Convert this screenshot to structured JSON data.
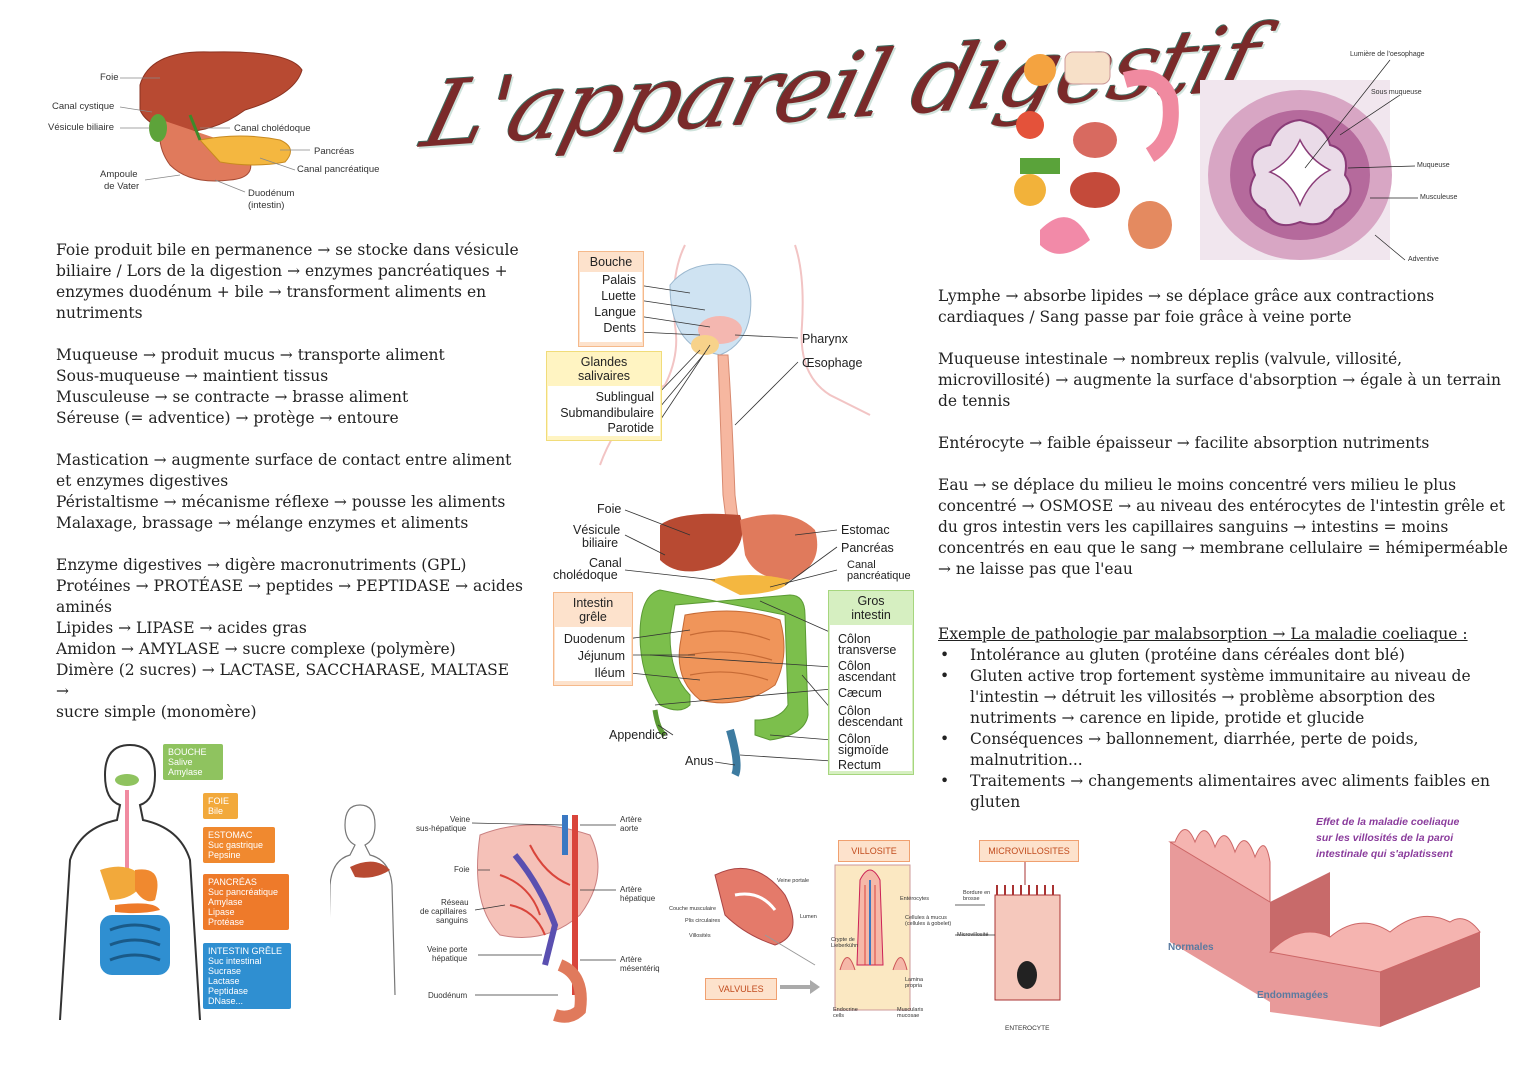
{
  "title": "L'appareil digestif",
  "liver_diagram": {
    "labels": [
      "Foie",
      "Canal cystique",
      "Vésicule biliaire",
      "Canal cholédoque",
      "Pancréas",
      "Canal pancréatique",
      "Ampoule",
      "de Vater",
      "Duodénum",
      "(intestin)"
    ]
  },
  "left_text": [
    [
      "Foie produit bile en permanence → se stocke dans vésicule",
      "biliaire / Lors de la digestion → enzymes pancréatiques +",
      "enzymes duodénum + bile → transforment aliments en",
      "nutriments"
    ],
    [
      "Muqueuse → produit mucus → transporte aliment",
      "Sous-muqueuse → maintient tissus",
      "Musculeuse → se contracte → brasse aliment",
      "Séreuse (= adventice) → protège → entoure"
    ],
    [
      "Mastication → augmente surface de contact entre aliment",
      "et enzymes digestives",
      "Péristaltisme → mécanisme réflexe → pousse les aliments",
      "Malaxage, brassage → mélange enzymes et aliments"
    ],
    [
      "Enzyme digestives → digère macronutriments (GPL)",
      "Protéines → PROTÉASE → peptides → PEPTIDASE → acides",
      "aminés",
      "Lipides → LIPASE → acides gras",
      "Amidon → AMYLASE → sucre complexe (polymère)",
      "Dimère (2 sucres) → LACTASE, SACCHARASE, MALTASE →",
      "sucre simple (monomère)"
    ]
  ],
  "center_diagram": {
    "bouche": {
      "head": "Bouche",
      "items": [
        "Palais",
        "Luette",
        "Langue",
        "Dents"
      ]
    },
    "glandes": {
      "head1": "Glandes",
      "head2": "salivaires",
      "items": [
        "Sublingual",
        "Submandibulaire",
        "Parotide"
      ]
    },
    "pharynx": "Pharynx",
    "oesophage": "Œsophage",
    "left_labels": [
      "Foie",
      "Vésicule",
      "biliaire",
      "Canal",
      "cholédoque"
    ],
    "intestin_grele": {
      "head1": "Intestin",
      "head2": "grêle",
      "items": [
        "Duodenum",
        "Jéjunum",
        "Iléum"
      ]
    },
    "appendice": "Appendice",
    "anus": "Anus",
    "right_labels": [
      "Estomac",
      "Pancréas",
      "Canal",
      "pancréatique"
    ],
    "gros_intestin": {
      "head1": "Gros",
      "head2": "intestin",
      "items": [
        [
          "Côlon",
          "transverse"
        ],
        [
          "Côlon",
          "ascendant"
        ],
        [
          "Cæcum"
        ],
        [
          "Côlon",
          "descendant"
        ],
        [
          "Côlon",
          "sigmoïde"
        ],
        [
          "Rectum"
        ]
      ]
    }
  },
  "histology": {
    "labels": [
      "Lumière de l'oesophage",
      "Sous muqueuse",
      "Muqueuse",
      "Musculeuse",
      "Adventive"
    ]
  },
  "right_text": [
    [
      "Lymphe → absorbe lipides → se déplace grâce aux contractions",
      "cardiaques / Sang passe par foie grâce à veine porte"
    ],
    [
      "Muqueuse intestinale → nombreux replis (valvule, villosité,",
      "microvillosité) → augmente la surface d'absorption → égale à un terrain",
      "de tennis"
    ],
    [
      "Entérocyte → faible épaisseur → facilite absorption nutriments"
    ],
    [
      "Eau → se déplace du milieu le moins concentré vers milieu le plus",
      "concentré → OSMOSE → au niveau des entérocytes de l'intestin grêle et",
      "du gros intestin vers les capillaires sanguins → intestins = moins",
      "concentrés en eau que le sang → membrane cellulaire = hémiperméable",
      "→ ne laisse pas que l'eau"
    ]
  ],
  "pathology": {
    "heading": "Exemple de pathologie par malabsorption → La maladie coeliaque :",
    "items": [
      [
        "Intolérance au gluten (protéine dans céréales dont blé)"
      ],
      [
        "Gluten active trop fortement système immunitaire au niveau de",
        "l'intestin → détruit les villosités → problème absorption des",
        "nutriments → carence en lipide, protide et glucide"
      ],
      [
        "Conséquences → ballonnement, diarrhée, perte de poids,",
        "malnutrition..."
      ],
      [
        "Traitements → changements alimentaires avec aliments faibles en",
        "gluten"
      ]
    ]
  },
  "enzyme_tags": [
    {
      "lines": [
        "BOUCHE",
        "Salive",
        "Amylase"
      ],
      "color": "#8fc35f"
    },
    {
      "lines": [
        "FOIE",
        "Bile"
      ],
      "color": "#f2a93b"
    },
    {
      "lines": [
        "ESTOMAC",
        "Suc gastrique",
        "Pepsine"
      ],
      "color": "#f0892f"
    },
    {
      "lines": [
        "PANCRÉAS",
        "Suc pancréatique",
        "Amylase",
        "Lipase",
        "Protéase"
      ],
      "color": "#ee7a2a"
    },
    {
      "lines": [
        "INTESTIN GRÊLE",
        "Suc intestinal",
        "Sucrase",
        "Lactase",
        "Peptidase",
        "DNase..."
      ],
      "color": "#2f8fd1"
    }
  ],
  "portal_diagram": {
    "labels": [
      [
        "Veine",
        "sus-hépatique"
      ],
      [
        "Artère",
        "aorte"
      ],
      [
        "Foie"
      ],
      [
        "Artère",
        "hépatique"
      ],
      [
        "Réseau",
        "de capillaires",
        "sanguins"
      ],
      [
        "Veine porte",
        "hépatique"
      ],
      [
        "Artère",
        "mésentériq"
      ],
      [
        "Duodénum"
      ]
    ]
  },
  "villi_diagram": {
    "villosite": "VILLOSITE",
    "microvillosites": "MICROVILLOSITES",
    "valvules": "VALVULES",
    "enterocyte": "ENTEROCYTE",
    "small_labels": [
      "Veine portale",
      "Couche musculaire",
      "Plis circulaires",
      "Villosités",
      "Lumen",
      "Entérocytes",
      "Cellules à mucus (cellules à gobelet)",
      "Crypte de Lieberkühn",
      "Lamina propria",
      "Endocrine cells",
      "Muscularis mucosae",
      "Bordure en brosse",
      "Microvillosité"
    ]
  },
  "celiac": {
    "caption": [
      "Effet de la maladie coeliaque",
      "sur les villosités de la paroi",
      "intestinale qui s'aplatissent"
    ],
    "normal": "Normales",
    "damaged": "Endommagées"
  },
  "colors": {
    "accent": "#7a2a2a",
    "organ_red": "#b84a32",
    "intestine_green": "#7cbf4c",
    "intestine_orange": "#f0955a",
    "purple": "#8a3c9c"
  }
}
